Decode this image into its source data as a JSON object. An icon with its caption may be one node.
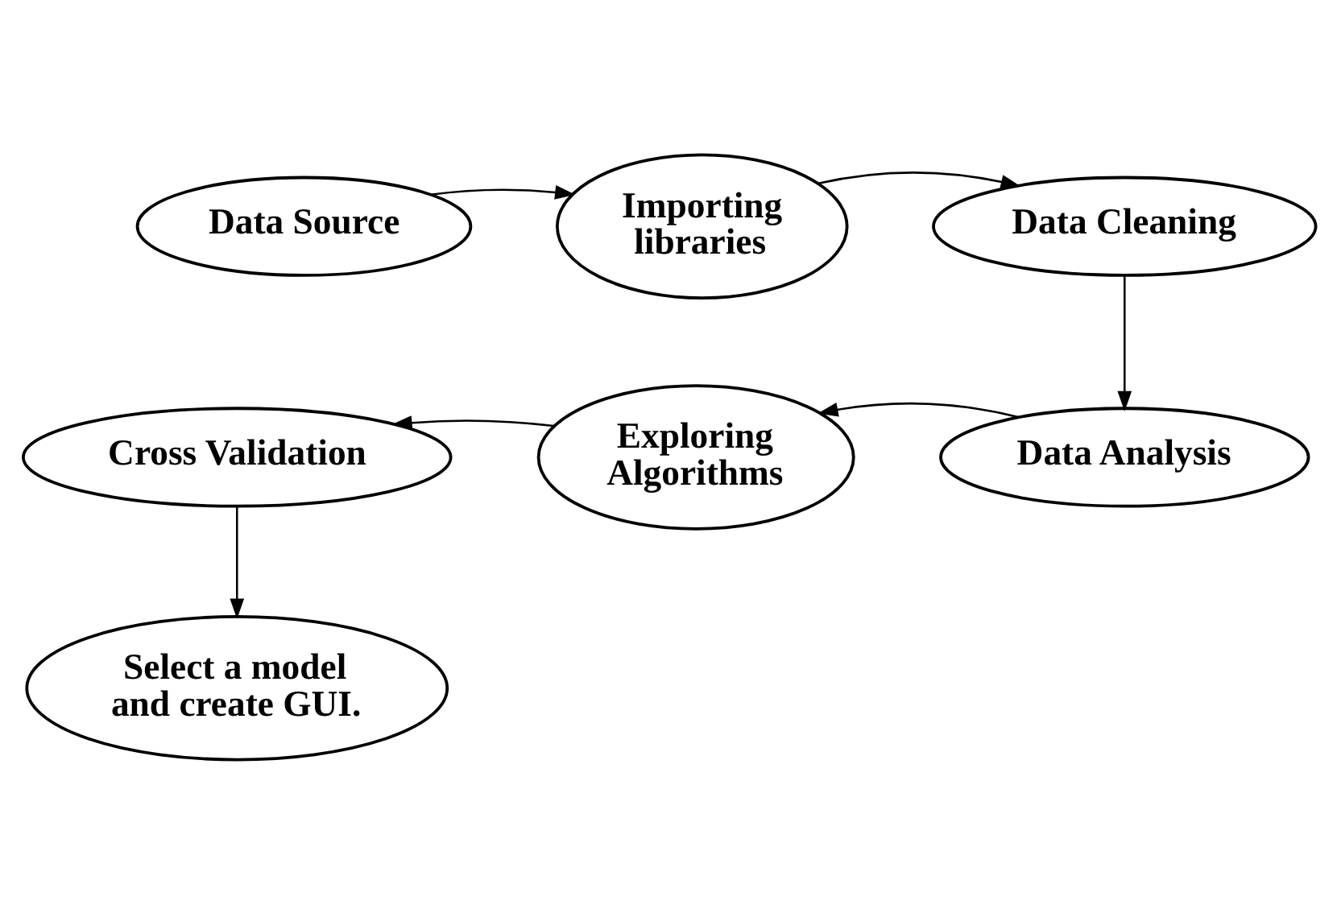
{
  "diagram": {
    "nodes": [
      {
        "text": [
          "Data Source"
        ]
      },
      {
        "text": [
          "Importing libraries"
        ]
      },
      {
        "text": [
          "Data Cleaning"
        ]
      },
      {
        "text": [
          "Data Analysis"
        ]
      },
      {
        "text": [
          "Exploring Algorithms"
        ]
      },
      {
        "text": [
          "Cross Validation"
        ]
      },
      {
        "text": [
          "Select a model and create GUI."
        ]
      }
    ],
    "edges": [
      {
        "from": 0,
        "to": 1,
        "arrow": "to"
      },
      {
        "from": 1,
        "to": 2,
        "arrow": "to"
      },
      {
        "from": 2,
        "to": 3,
        "arrow": "to"
      },
      {
        "from": 3,
        "to": 4,
        "arrow": "to"
      },
      {
        "from": 4,
        "to": 5,
        "arrow": "to"
      },
      {
        "from": 5,
        "to": 6,
        "arrow": "to"
      }
    ]
  }
}
